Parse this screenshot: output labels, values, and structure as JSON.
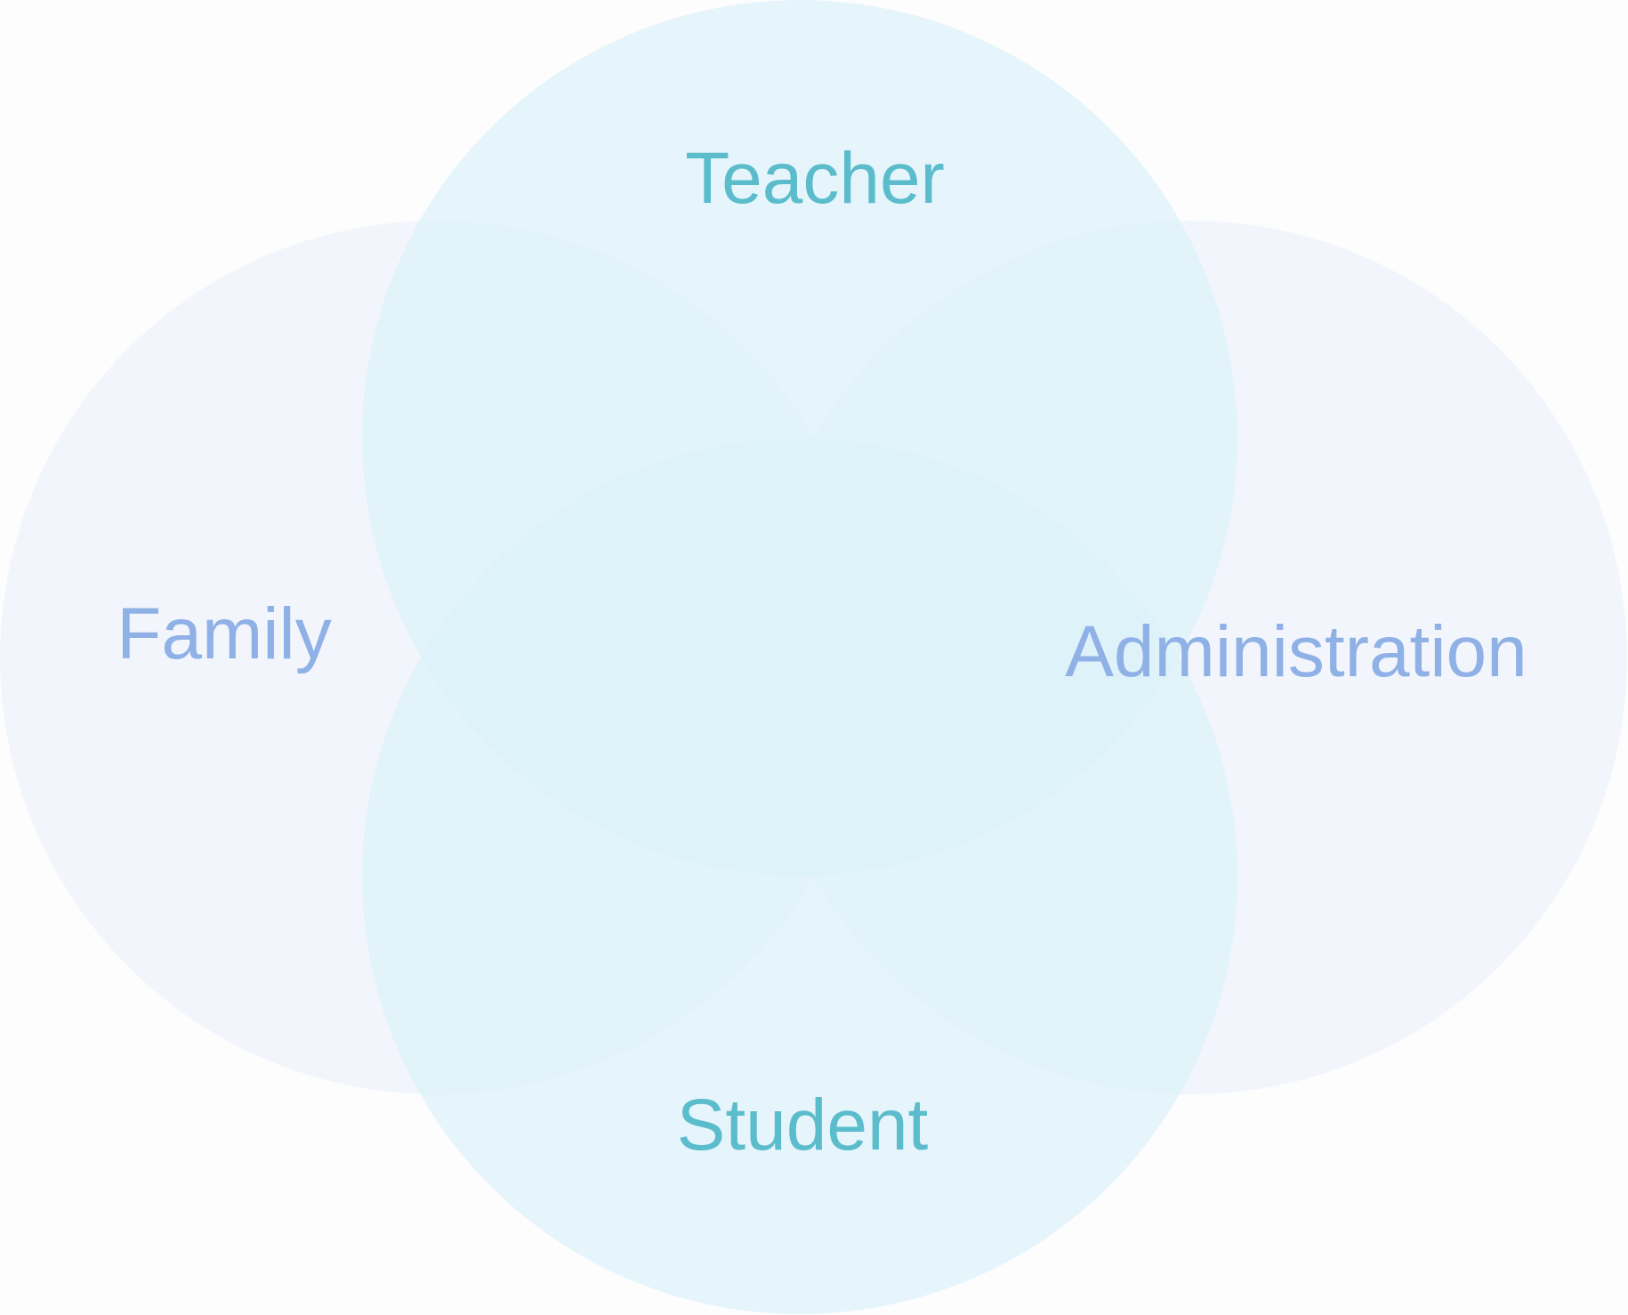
{
  "diagram": {
    "sets": [
      {
        "id": "teacher",
        "label": "Teacher",
        "color": "#dcf2f9"
      },
      {
        "id": "family",
        "label": "Family",
        "color": "#edf2fb"
      },
      {
        "id": "administration",
        "label": "Administration",
        "color": "#edf2fb"
      },
      {
        "id": "student",
        "label": "Student",
        "color": "#dcf2f9"
      }
    ],
    "label_colors": {
      "teacher": "#5bbccc",
      "student": "#5bbccc",
      "family": "#8fb1e6",
      "administration": "#8fb1e6"
    }
  }
}
